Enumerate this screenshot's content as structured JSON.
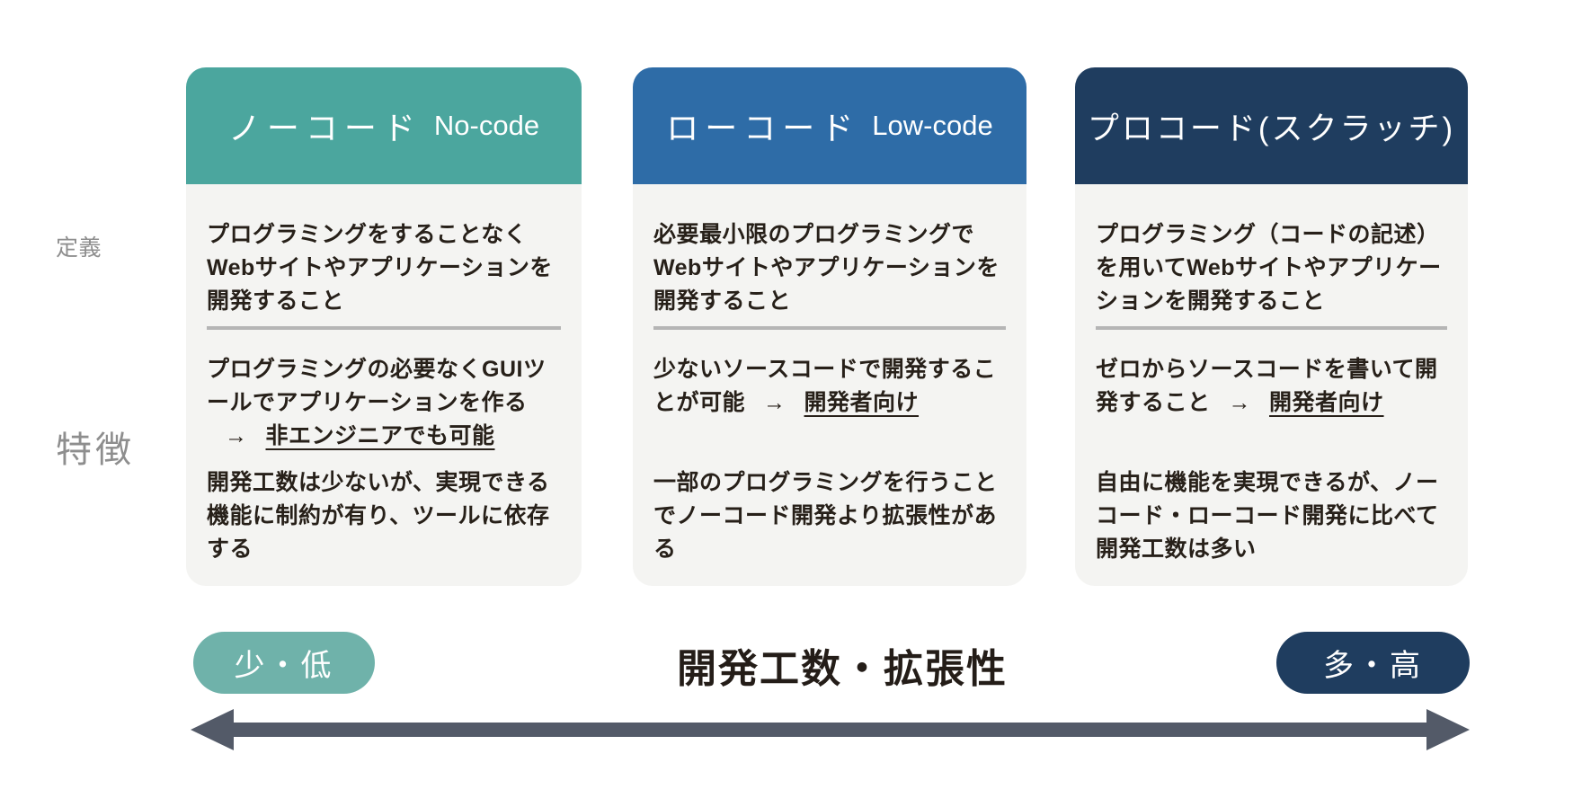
{
  "row_labels": {
    "definition": "定義",
    "features": "特徴"
  },
  "cards": [
    {
      "id": "no-code",
      "title_jp": "ノーコード",
      "title_en": "No-code",
      "header_color": "#4BA69E",
      "definition": "プログラミングをすることなくWebサイトやアプリケーションを開発すること",
      "feature_main_pre": "プログラミングの必要なくGUIツールでアプリケーションを作る",
      "arrow_glyph": "→",
      "feature_main_highlight": "非エンジニアでも可能",
      "feature_sub": "開発工数は少ないが、実現できる機能に制約が有り、ツールに依存する"
    },
    {
      "id": "low-code",
      "title_jp": "ローコード",
      "title_en": "Low-code",
      "header_color": "#2E6CA7",
      "definition": "必要最小限のプログラミングでWebサイトやアプリケーションを開発すること",
      "feature_main_pre": "少ないソースコードで開発することが可能",
      "arrow_glyph": "→",
      "feature_main_highlight": "開発者向け",
      "feature_sub": "一部のプログラミングを行うことでノーコード開発より拡張性がある"
    },
    {
      "id": "pro-code",
      "title_jp": "プロコード(スクラッチ)",
      "title_en": "",
      "header_color": "#1F3D5F",
      "definition": "プログラミング（コードの記述）を用いてWebサイトやアプリケーションを開発すること",
      "feature_main_pre": "ゼロからソースコードを書いて開発すること",
      "arrow_glyph": "→",
      "feature_main_highlight": "開発者向け",
      "feature_sub": "自由に機能を実現できるが、ノーコード・ローコード開発に比べて開発工数は多い"
    }
  ],
  "scale": {
    "low_label": "少・低",
    "high_label": "多・高",
    "axis_label": "開発工数・拡張性",
    "low_color": "#6FB2AA",
    "high_color": "#1F3D5F",
    "arrow_color": "#535A68"
  },
  "colors": {
    "card_body_bg": "#f4f4f2",
    "divider": "#b5b5b5",
    "row_label_gray": "#8e8e8e",
    "text": "#272019"
  }
}
